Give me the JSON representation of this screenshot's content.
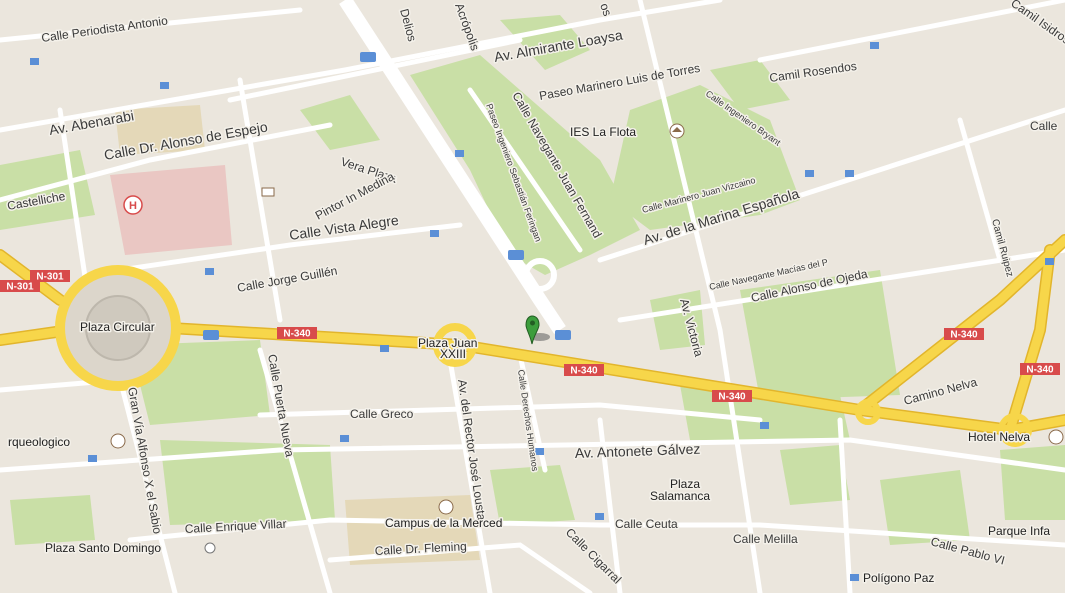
{
  "map": {
    "colors": {
      "land": "#ebe6dd",
      "park": "#c9dfa6",
      "highway": "#f7d64a",
      "highway_casing": "#e2b52c",
      "road": "#ffffff",
      "road_casing": "#d6d0c4",
      "hospital": "#eac7c3",
      "campus": "#e4d8b8",
      "shield": "#d84b4b",
      "marker": "#3c9d3c"
    },
    "streets": [
      {
        "id": "calle-periodista-antonio",
        "text": "Calle Periodista Antonio"
      },
      {
        "id": "av-almirante-loaysa",
        "text": "Av. Almirante Loaysa"
      },
      {
        "id": "av-abenarabi",
        "text": "Av. Abenarabi"
      },
      {
        "id": "calle-dr-alonso-de-espejo",
        "text": "Calle Dr. Alonso de Espejo"
      },
      {
        "id": "castelliche",
        "text": "Castelliche"
      },
      {
        "id": "vera-plaza",
        "text": "Vera Plaza"
      },
      {
        "id": "pintor-in-medina",
        "text": "Pintor In Medina"
      },
      {
        "id": "calle-vista-alegre",
        "text": "Calle Vista Alegre"
      },
      {
        "id": "calle-jorge-guillen",
        "text": "Calle Jorge Guillén"
      },
      {
        "id": "paseo-marinero",
        "text": "Paseo Marinero Luis de Torres"
      },
      {
        "id": "calle-ingeniero-bryant",
        "text": "Calle Ingeniero Bryant"
      },
      {
        "id": "camil-rosendos",
        "text": "Camil Rosendos"
      },
      {
        "id": "calle-navegante-juan-fernand",
        "text": "Calle Navegante Juan Fernand"
      },
      {
        "id": "paseo-ingeniero-sebastian",
        "text": "Paseo Ingeniero Sebastián Feringan"
      },
      {
        "id": "calle-marinero-juan-vizcaino",
        "text": "Calle Marinero Juan Vizcaino"
      },
      {
        "id": "av-de-la-marina-espanola",
        "text": "Av. de la Marina Española"
      },
      {
        "id": "calle-navegante-macias",
        "text": "Calle Navegante Macías del P"
      },
      {
        "id": "calle-alonso-de-ojeda",
        "text": "Calle Alonso de Ojeda"
      },
      {
        "id": "camil-isidros",
        "text": "Camil Isidros"
      },
      {
        "id": "camil-ruipez",
        "text": "Camil Ruipez"
      },
      {
        "id": "calle-right",
        "text": "Calle"
      },
      {
        "id": "av-victoria",
        "text": "Av. Victoria"
      },
      {
        "id": "camino-nelva",
        "text": "Camino Nelva"
      },
      {
        "id": "calle-puerta-nueva",
        "text": "Calle Puerta Nueva"
      },
      {
        "id": "gran-via-alfonso",
        "text": "Gran Vía Alfonso X el Sabio"
      },
      {
        "id": "calle-greco",
        "text": "Calle Greco"
      },
      {
        "id": "av-del-rector",
        "text": "Av. del Rector José Loustau"
      },
      {
        "id": "calle-derechos-humanos",
        "text": "Calle Derechos Humanos"
      },
      {
        "id": "av-antonete-galvez",
        "text": "Av. Antonete Gálvez"
      },
      {
        "id": "calle-enrique-villar",
        "text": "Calle Enrique Villar"
      },
      {
        "id": "calle-dr-fleming",
        "text": "Calle Dr. Fleming"
      },
      {
        "id": "calle-cigarral",
        "text": "Calle Cigarral"
      },
      {
        "id": "calle-ceuta",
        "text": "Calle Ceuta"
      },
      {
        "id": "calle-melilla",
        "text": "Calle Melilla"
      },
      {
        "id": "calle-pablo-vi",
        "text": "Calle Pablo VI"
      },
      {
        "id": "delios",
        "text": "Delios"
      },
      {
        "id": "acropolis",
        "text": "Acrópolis"
      },
      {
        "id": "os",
        "text": "os"
      }
    ],
    "places": {
      "plaza_circular": "Plaza Circular",
      "plaza_juan_xxiii_1": "Plaza Juan",
      "plaza_juan_xxiii_2": "XXIII",
      "ies_la_flota": "IES La Flota",
      "arqueologico": "rqueologico",
      "plaza_salamanca_1": "Plaza",
      "plaza_salamanca_2": "Salamanca",
      "campus_merced": "Campus de la Merced",
      "plaza_santo_domingo": "Plaza Santo Domingo",
      "hotel_nelva": "Hotel Nelva",
      "parque_infa": "Parque Infa",
      "poligono_paz": "Polígono Paz"
    },
    "shields": [
      {
        "id": "n301-a",
        "text": "N-301"
      },
      {
        "id": "n301-b",
        "text": "N-301"
      },
      {
        "id": "n340-a",
        "text": "N-340"
      },
      {
        "id": "n340-b",
        "text": "N-340"
      },
      {
        "id": "n340-c",
        "text": "N-340"
      },
      {
        "id": "n340-d",
        "text": "N-340"
      },
      {
        "id": "n340-e",
        "text": "N-340"
      }
    ],
    "hospital_symbol": "H"
  }
}
